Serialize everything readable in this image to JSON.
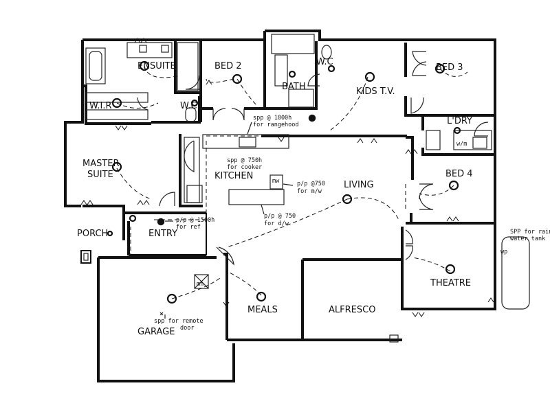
{
  "rooms": {
    "ensuite": "ENSUITE",
    "bed2": "BED 2",
    "wc_top": "W.C",
    "bath": "BATH",
    "kids_tv": "KIDS T.V.",
    "bed3": "BED 3",
    "wir": "W.I.R",
    "wc_mid": "W.C",
    "ldry": "L'DRY",
    "master_suite_1": "MASTER",
    "master_suite_2": "SUITE",
    "kitchen": "KITCHEN",
    "living": "LIVING",
    "bed4": "BED 4",
    "porch": "PORCH",
    "entry": "ENTRY",
    "theatre": "THEATRE",
    "garage": "GARAGE",
    "meals": "MEALS",
    "alfresco": "ALFRESCO"
  },
  "notes": {
    "rangehood_1": "spp @ 1800h",
    "rangehood_2": "for rangehood",
    "cooker_1": "spp @ 750h",
    "cooker_2": "for cooker",
    "mw_1": "p/p @750",
    "mw_2": "for m/w",
    "dw_1": "p/p @ 750",
    "dw_2": "for d/w",
    "ref_1": "p/p @ 1500h",
    "ref_2": "for ref",
    "remote_1": "spp for remote",
    "remote_2": "door",
    "rain_1": "SPP for rain",
    "rain_2": "water tank",
    "wp": "wp",
    "mh": "mh",
    "wm": "w/m",
    "mw_box": "mw"
  }
}
